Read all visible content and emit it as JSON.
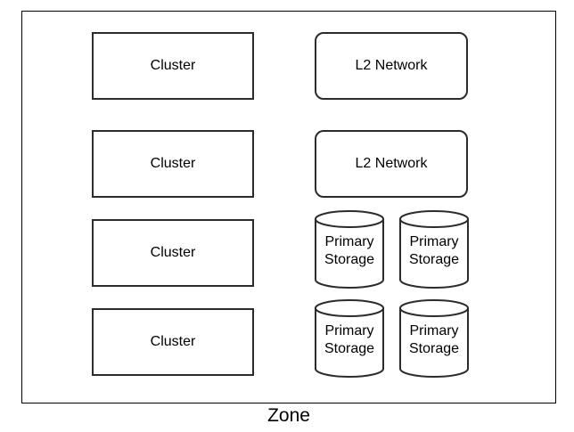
{
  "zone": {
    "label": "Zone"
  },
  "clusters": [
    "Cluster",
    "Cluster",
    "Cluster",
    "Cluster"
  ],
  "networks": [
    "L2 Network",
    "L2 Network"
  ],
  "storages": [
    "Primary\nStorage",
    "Primary\nStorage",
    "Primary\nStorage",
    "Primary\nStorage"
  ],
  "colors": {
    "stroke": "#2b2b2b",
    "background": "#ffffff",
    "text": "#000000"
  }
}
